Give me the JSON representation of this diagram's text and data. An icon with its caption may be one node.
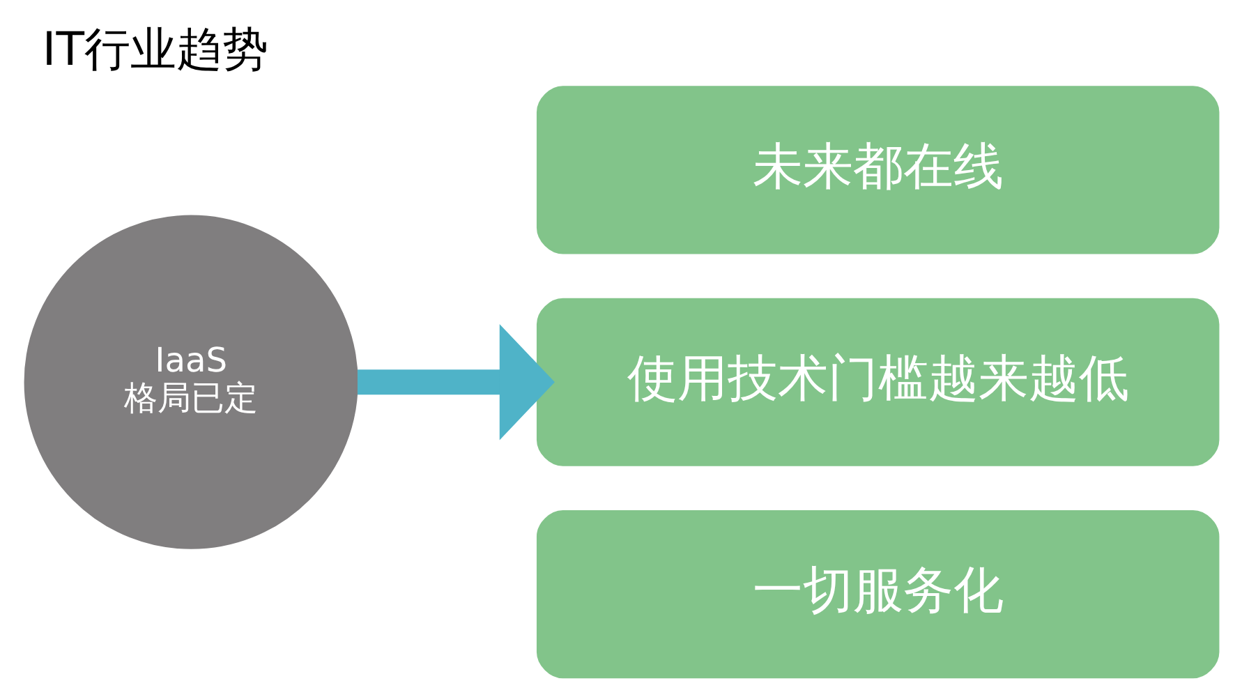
{
  "diagram": {
    "title": "IT行业趋势",
    "nodes": [
      {
        "text": [
          "IaaS",
          "格局已定"
        ]
      },
      {
        "text": [
          "未来都在线"
        ]
      },
      {
        "text": [
          "使用技术门槛越来越低"
        ]
      },
      {
        "text": [
          "一切服务化"
        ]
      }
    ],
    "edges": [
      {
        "from": 0,
        "to": 2,
        "arrow": "to",
        "color": "#4fb3c8"
      }
    ]
  }
}
